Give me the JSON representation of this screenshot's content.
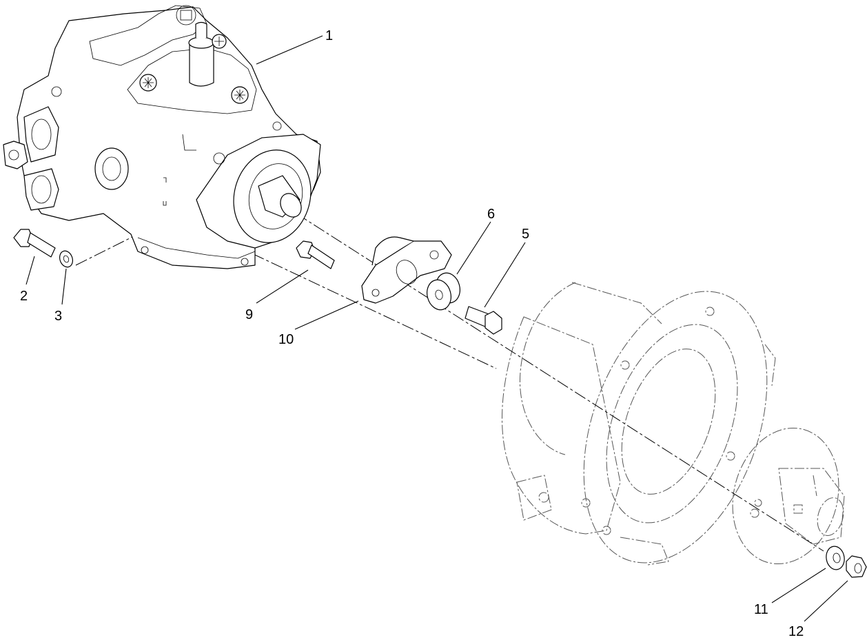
{
  "callouts": [
    {
      "id": "1",
      "label": "1"
    },
    {
      "id": "2",
      "label": "2"
    },
    {
      "id": "3",
      "label": "3"
    },
    {
      "id": "5",
      "label": "5"
    },
    {
      "id": "6",
      "label": "6"
    },
    {
      "id": "9",
      "label": "9"
    },
    {
      "id": "10",
      "label": "10"
    },
    {
      "id": "11",
      "label": "11"
    },
    {
      "id": "12",
      "label": "12"
    }
  ],
  "colors": {
    "line": "#000000",
    "background": "#ffffff",
    "ghost": "#555555"
  }
}
